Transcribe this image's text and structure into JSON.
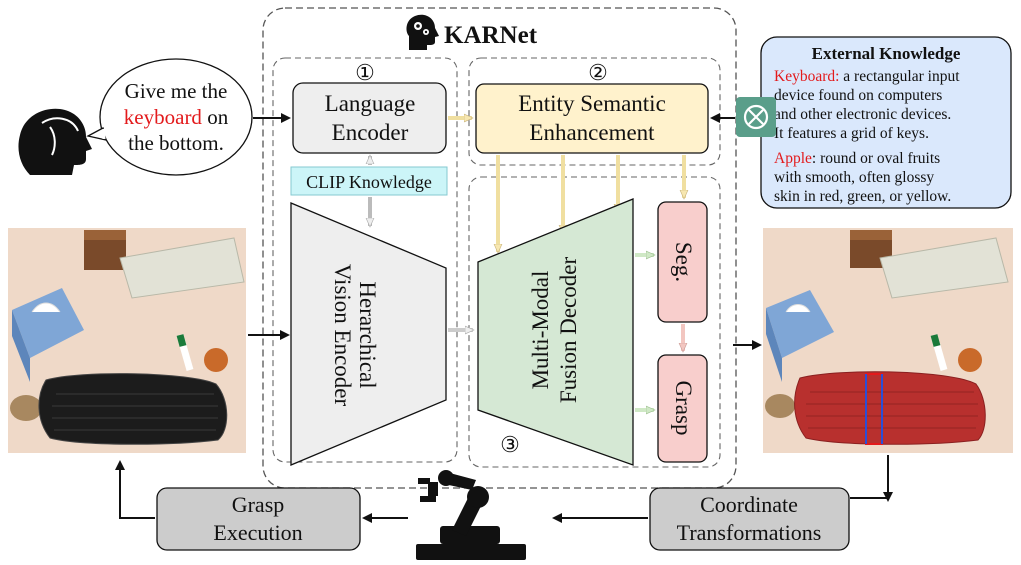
{
  "title": "KARNet",
  "speech": {
    "line1": "Give me the",
    "keyword": "keyboard",
    "line2_suffix": " on",
    "line3": "the bottom."
  },
  "modules": {
    "m1": "①",
    "m2": "②",
    "m3": "③",
    "language_encoder": [
      "Language",
      "Encoder"
    ],
    "clip_knowledge": "CLIP Knowledge",
    "vision_encoder": [
      "Herarchical",
      "Vision Encoder"
    ],
    "entity_enhancement": [
      "Entity Semantic",
      "Enhancement"
    ],
    "fusion_decoder": [
      "Multi-Modal",
      "Fusion Decoder"
    ],
    "seg": "Seg.",
    "grasp": "Grasp"
  },
  "external_knowledge": {
    "title": "External Knowledge",
    "keyboard_term": "Keyboard:",
    "keyboard_lines": [
      " a rectangular input",
      "device found on computers",
      "and other electronic devices.",
      "It features a grid of keys."
    ],
    "apple_term": "Apple",
    "apple_lines": [
      ": round or oval fruits",
      "with smooth, often glossy",
      "skin in red, green, or yellow."
    ]
  },
  "bottom": {
    "grasp_execution": [
      "Grasp",
      "Execution"
    ],
    "coordinate_transformations": [
      "Coordinate",
      "Transformations"
    ]
  },
  "colors": {
    "lang_enc": "#eeeeee",
    "clip": "#ccf5f8",
    "entity": "#fff2cc",
    "fusion": "#d5e8d4",
    "seg_grasp": "#f8cecc",
    "ext_bg": "#dae8fc",
    "bottom_box": "#cccccc",
    "keyword_red": "#e31a1c"
  },
  "icons": [
    "brain-icon",
    "human-head-icon",
    "chatgpt-icon",
    "robot-arm-icon"
  ]
}
